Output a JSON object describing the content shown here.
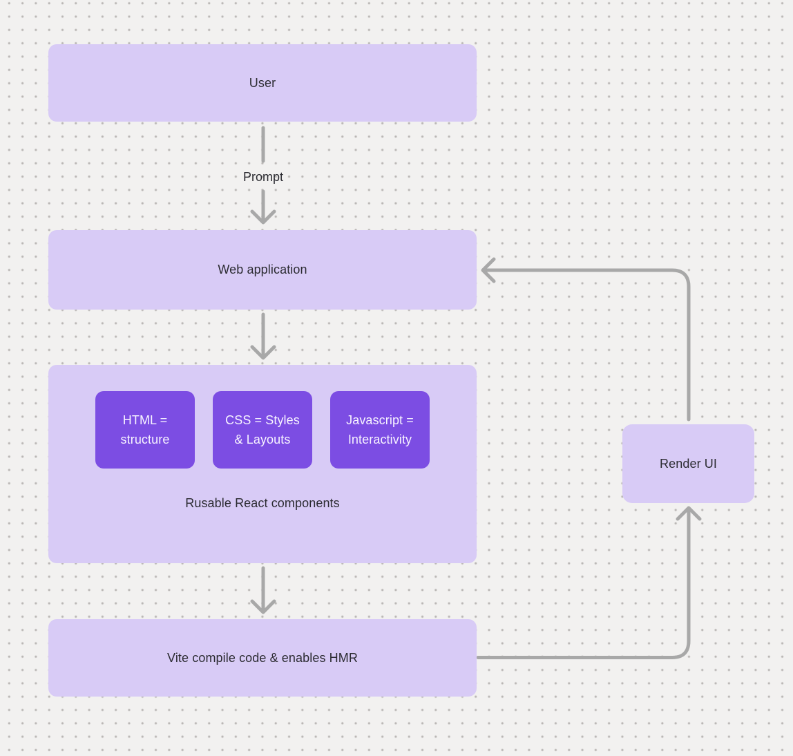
{
  "palette": {
    "background": "#f2f1f0",
    "dot": "#bab7b5",
    "node_light": "#d8cbf6",
    "node_dark": "#7c4de3",
    "text_dark": "#2b2b31",
    "text_light": "#f7f3ff",
    "arrow": "#a8a8a8"
  },
  "diagram": {
    "nodes": {
      "user": {
        "label": "User"
      },
      "web_application": {
        "label": "Web application"
      },
      "components_group": {
        "label": "Rusable React components"
      },
      "html": {
        "label": "HTML = structure"
      },
      "css": {
        "label": "CSS = Styles & Layouts"
      },
      "javascript": {
        "label": "Javascript = Interactivity"
      },
      "vite": {
        "label": "Vite compile code & enables HMR"
      },
      "render_ui": {
        "label": "Render UI"
      }
    },
    "edges": {
      "user_to_web": {
        "label": "Prompt"
      },
      "web_to_components": {
        "label": ""
      },
      "components_to_vite": {
        "label": ""
      },
      "vite_to_render": {
        "label": ""
      },
      "render_to_web": {
        "label": ""
      }
    }
  }
}
